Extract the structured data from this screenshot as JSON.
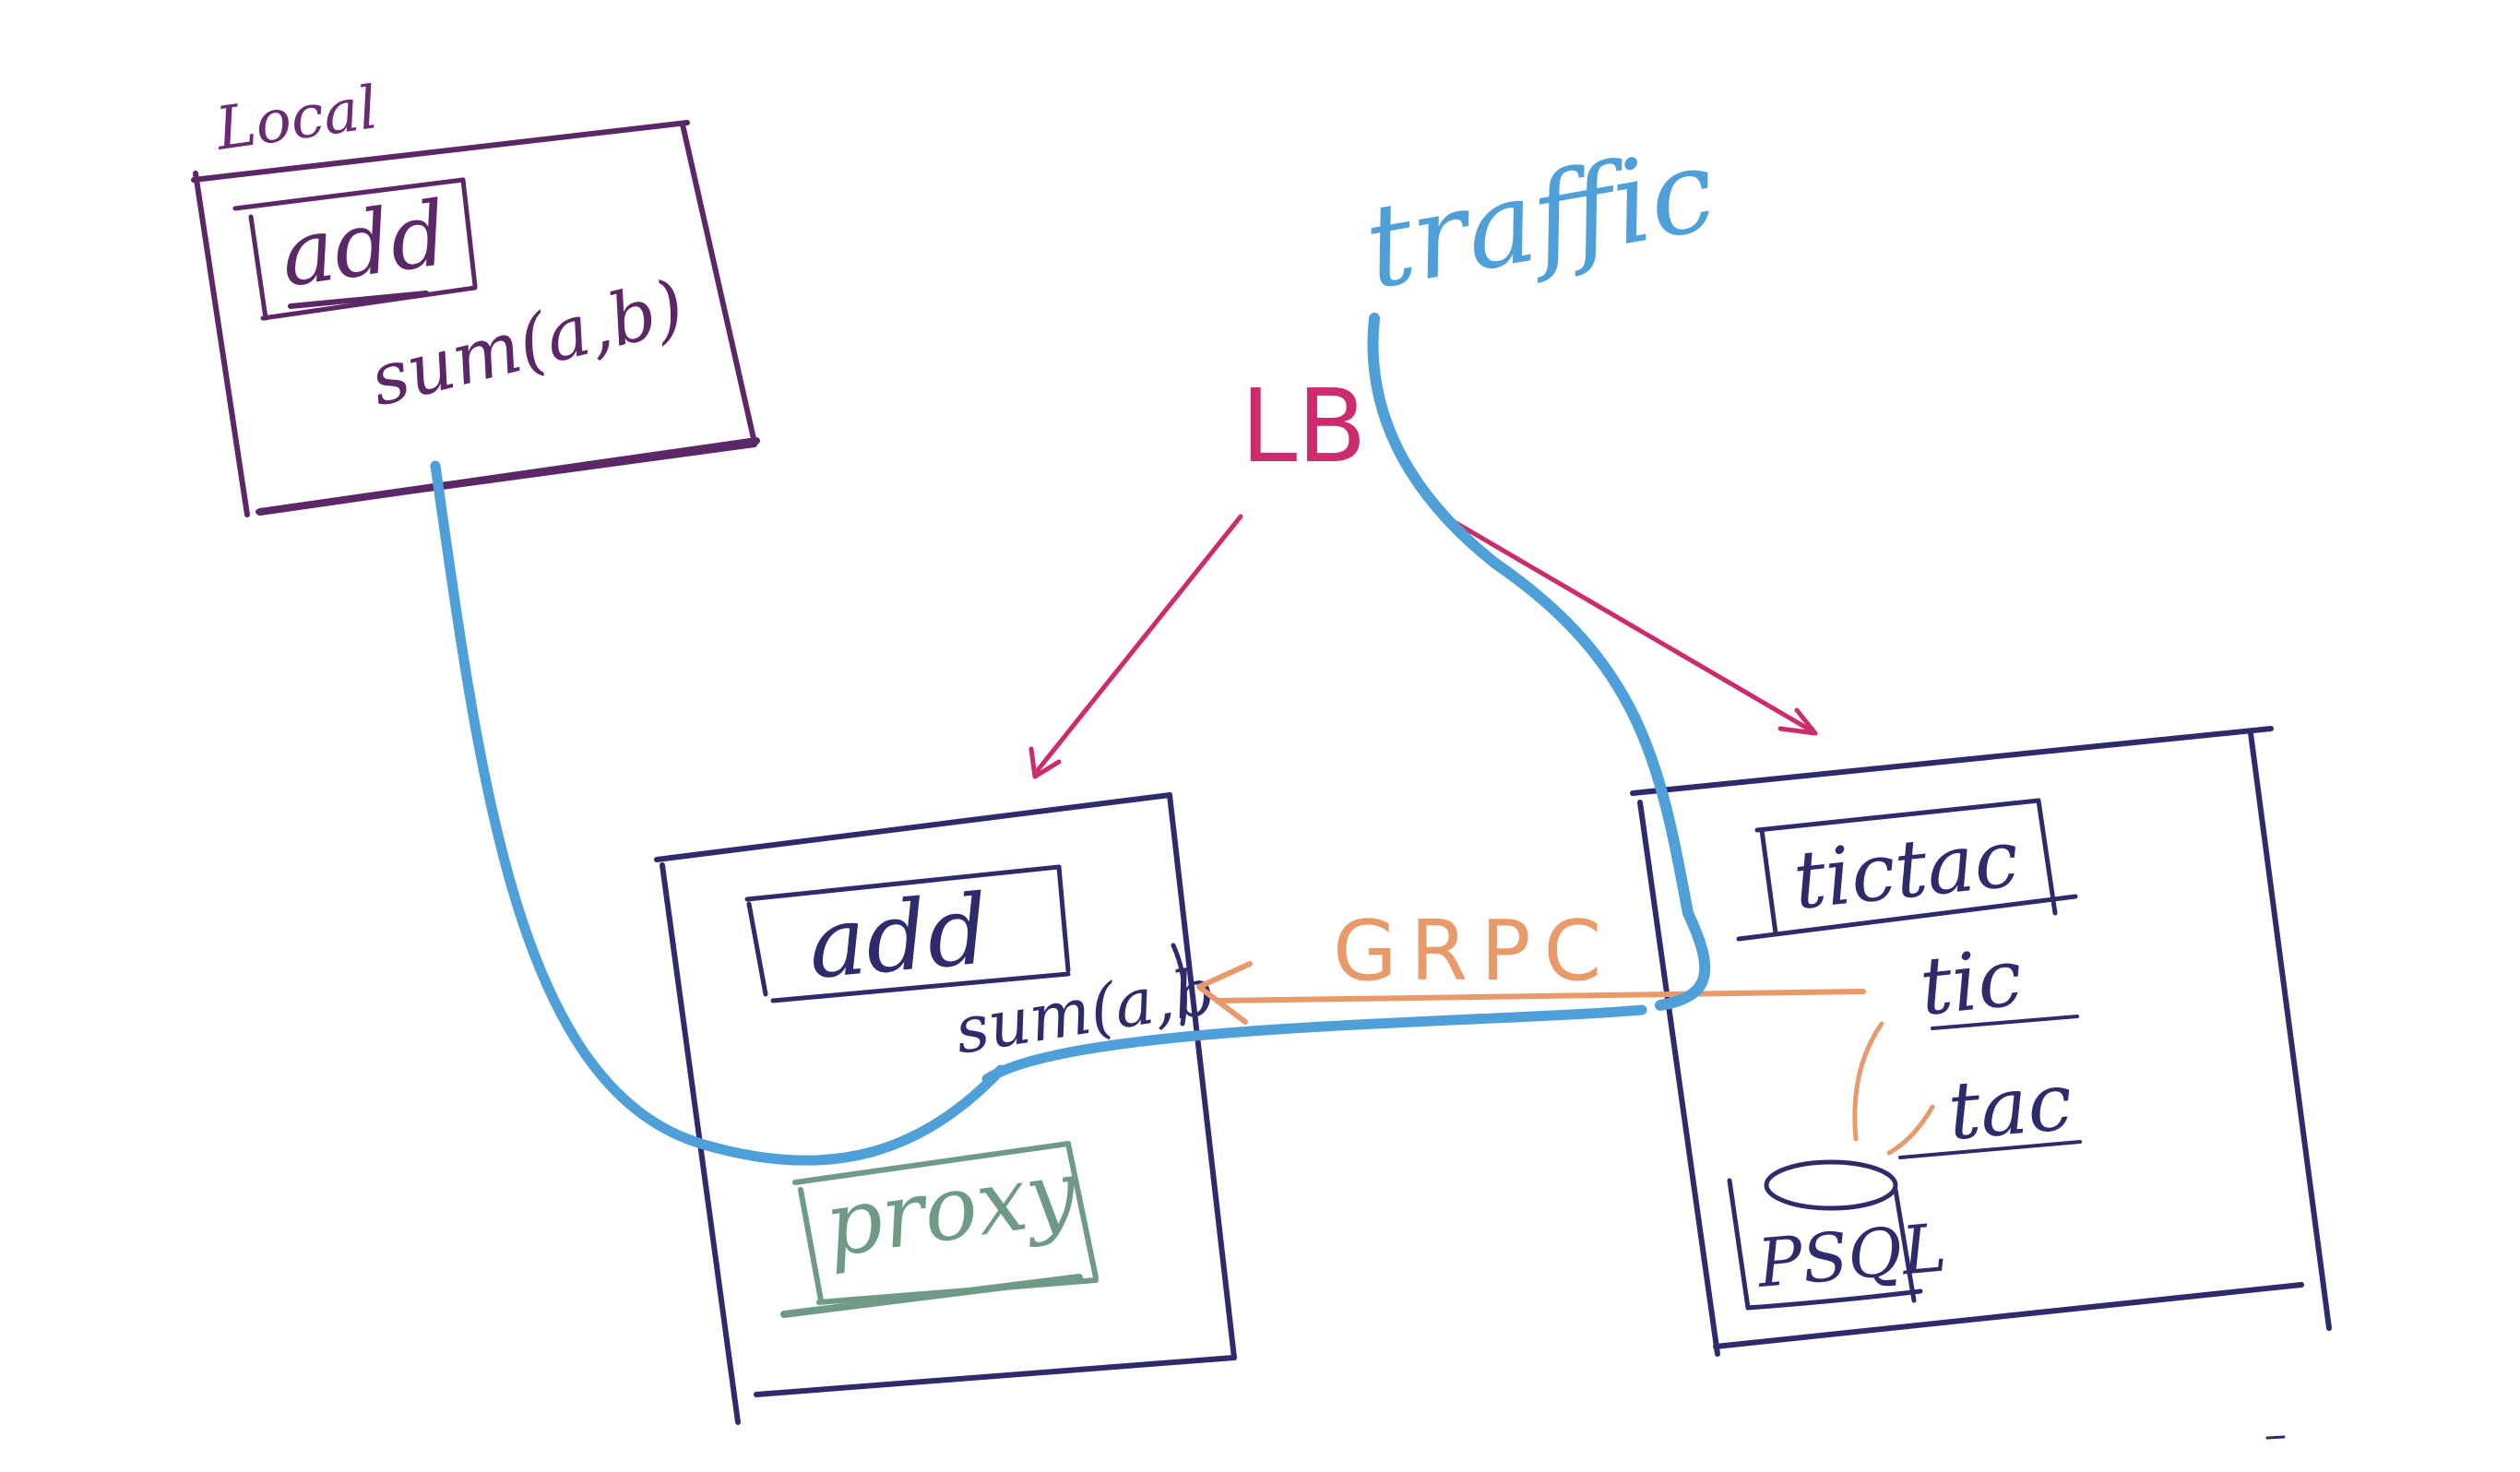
{
  "labels": {
    "local": "Local",
    "local_add": "add",
    "local_sum": "sum(a,b)",
    "lb": "LB",
    "traffic": "traffic",
    "remote_add": "add",
    "remote_sum": "sum(a,b",
    "proxy": "proxy",
    "grpc": "GRPC",
    "tictac": "tictac",
    "tic": "tic",
    "tac": "tac",
    "psql": "PSQL"
  },
  "colors": {
    "local_box": "#5b2766",
    "navy": "#2d2b6b",
    "traffic": "#4f9fd8",
    "lb_arrow": "#cc2b6d",
    "grpc": "#e89a6a",
    "proxy": "#6f9a86"
  }
}
